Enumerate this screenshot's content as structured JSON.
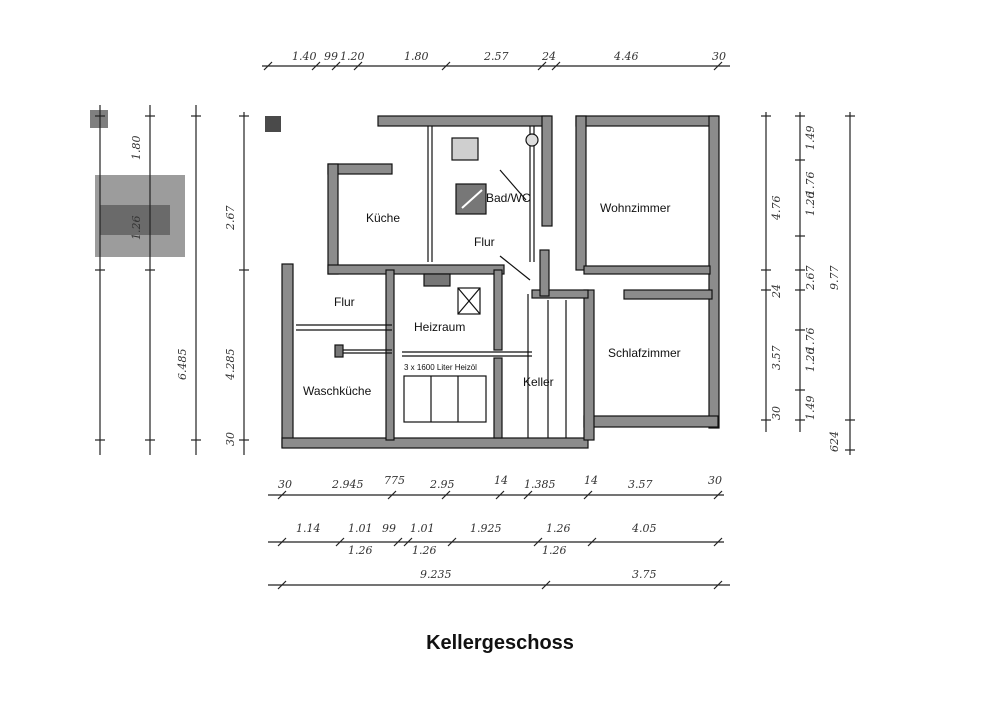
{
  "title": "Kellergeschoss",
  "rooms": {
    "kueche": "Küche",
    "flur_upper": "Flur",
    "bad_wc": "Bad/WC",
    "wohnzimmer": "Wohnzimmer",
    "flur_lower": "Flur",
    "heizraum": "Heizraum",
    "tank": "3 x 1600 Liter Heizöl",
    "keller": "Keller",
    "schlafzimmer": "Schlafzimmer",
    "waschkueche": "Waschküche"
  },
  "dimensions": {
    "top": [
      "1.40",
      "99",
      "1.20",
      "1.80",
      "2.57",
      "24",
      "4.46",
      "30"
    ],
    "bottom_row1": [
      "30",
      "2.945",
      "775",
      "2.95",
      "14",
      "1.385",
      "14",
      "3.57",
      "30"
    ],
    "bottom_row2": [
      "1.14",
      "1.01",
      "99",
      "1.01",
      "1.925",
      "1.26",
      "4.05"
    ],
    "bottom_row2_sub": [
      "1.26",
      "1.26",
      "1.26"
    ],
    "bottom_row3": [
      "9.235",
      "3.75"
    ],
    "right_inner": [
      "4.76",
      "24",
      "3.57",
      "30"
    ],
    "right_mid": [
      "1.49",
      "1.76",
      "1.26",
      "2.67",
      "1.76",
      "1.26",
      "1.49"
    ],
    "right_outer": [
      "9.77"
    ],
    "right_small": [
      "624"
    ],
    "left_inner": [
      "2.67",
      "4.285",
      "30"
    ],
    "left_mid": [
      "6.485"
    ],
    "left_outer": [
      "1.80",
      "1.26"
    ]
  }
}
